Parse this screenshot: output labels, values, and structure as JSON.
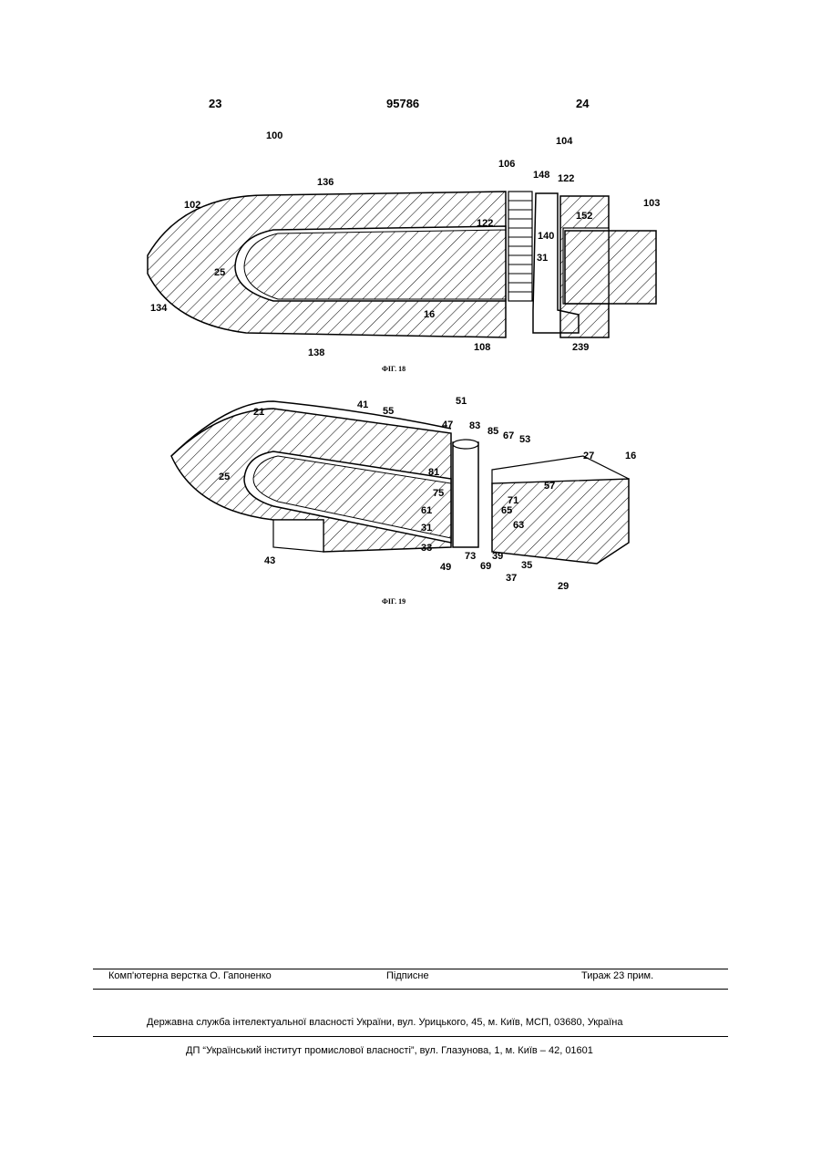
{
  "header": {
    "left_page": "23",
    "patent_number": "95786",
    "right_page": "24"
  },
  "figure18": {
    "caption": "ФІГ. 18",
    "labels": [
      "100",
      "104",
      "106",
      "148",
      "122",
      "102",
      "136",
      "122",
      "152",
      "103",
      "140",
      "31",
      "25",
      "16",
      "134",
      "108",
      "138",
      "239"
    ]
  },
  "figure19": {
    "caption": "ФІГ. 19",
    "labels": [
      "21",
      "41",
      "55",
      "51",
      "47",
      "83",
      "85",
      "67",
      "53",
      "27",
      "16",
      "81",
      "75",
      "25",
      "61",
      "31",
      "33",
      "43",
      "49",
      "73",
      "69",
      "39",
      "35",
      "37",
      "29",
      "57",
      "71",
      "65",
      "63"
    ]
  },
  "footer": {
    "layout": "Комп'ютерна верстка О. Гапоненко",
    "signed": "Підписне",
    "circulation": "Тираж 23 прим.",
    "agency": "Державна служба інтелектуальної власності України, вул. Урицького, 45, м. Київ, МСП, 03680, Україна",
    "institute": "ДП “Український інститут промислової власності”, вул. Глазунова, 1, м. Київ – 42, 01601"
  }
}
